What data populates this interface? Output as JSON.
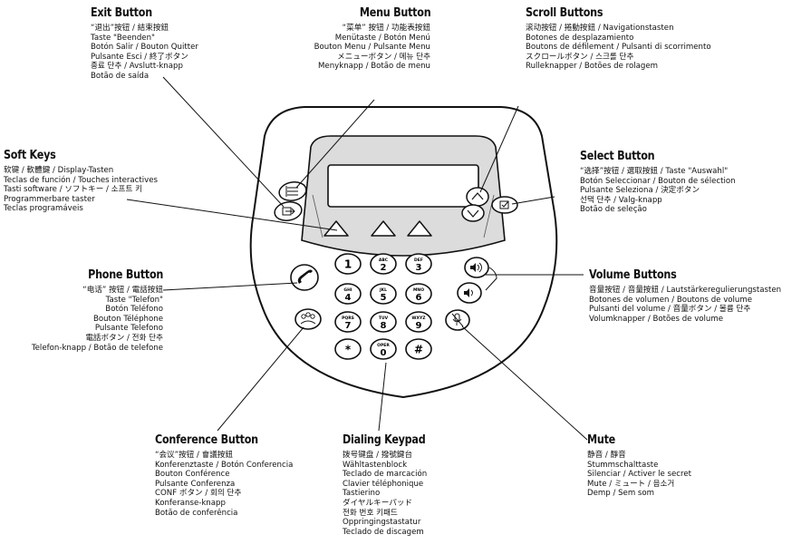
{
  "exit_button": {
    "title": "Exit Button",
    "lines": [
      "“退出”按钮 / 結束按鈕",
      "Taste \"Beenden\"",
      "Botón Salir / Bouton Quitter",
      "Pulsante Esci / 終了ボタン",
      "종료 단추 / Avslutt-knapp",
      "Botão de saída"
    ]
  },
  "menu_button": {
    "title": "Menu Button",
    "lines": [
      "“菜单” 按钮 / 功能表按鈕",
      "Menütaste / Botón Menú",
      "Bouton Menu / Pulsante Menu",
      "メニューボタン / 메뉴 단추",
      "Menyknapp / Botão de menu"
    ]
  },
  "scroll_buttons": {
    "title": "Scroll Buttons",
    "lines": [
      "滚动按钮 / 捲動按鈕 / Navigationstasten",
      "Botones de desplazamiento",
      "Boutons de défilement / Pulsanti di scorrimento",
      "スクロールボタン / 스크롤 단추",
      "Rulleknapper / Botões de rolagem"
    ]
  },
  "soft_keys": {
    "title": "Soft Keys",
    "lines": [
      "软键 / 軟體鍵 / Display-Tasten",
      "Teclas de función / Touches interactives",
      "Tasti software / ソフトキー / 소프트 키",
      "Programmerbare taster",
      "Teclas programáveis"
    ]
  },
  "select_button": {
    "title": "Select Button",
    "lines": [
      "“选择”按钮 / 選取按鈕 / Taste \"Auswahl\"",
      "Botón Seleccionar / Bouton de sélection",
      "Pulsante Seleziona / 決定ボタン",
      "선택 단추 / Valg-knapp",
      "Botão de seleção"
    ]
  },
  "phone_button": {
    "title": "Phone Button",
    "lines": [
      "“电话” 按钮 / 電話按鈕",
      "Taste \"Telefon\"",
      "Botón Teléfono",
      "Bouton Téléphone",
      "Pulsante Telefono",
      "電話ボタン / 전화 단추",
      "Telefon-knapp / Botão de telefone"
    ]
  },
  "volume_buttons": {
    "title": "Volume Buttons",
    "lines": [
      "音量按钮 / 音量按鈕 / Lautstärkeregulierungstasten",
      "Botones de volumen / Boutons de volume",
      "Pulsanti del volume / 音量ボタン / 볼륨 단추",
      "Volumknapper / Botões de volume"
    ]
  },
  "conference_button": {
    "title": "Conference Button",
    "lines": [
      "“会议”按钮 / 會議按鈕",
      "Konferenztaste / Botón Conferencia",
      "Bouton Conférence",
      "Pulsante Conferenza",
      "CONF ボタン / 회의 단추",
      "Konferanse-knapp",
      "Botão de conferência"
    ]
  },
  "dialing_keypad": {
    "title": "Dialing Keypad",
    "lines": [
      "拨号键盘 / 撥號鍵台",
      "Wähltastenblock",
      "Teclado de marcación",
      "Clavier téléphonique",
      "Tastierino",
      "ダイヤルキーパッド",
      "전화 번호 키패드",
      "Oppringingstastatur",
      "Teclado de discagem"
    ]
  },
  "mute": {
    "title": "Mute",
    "lines": [
      "静音 / 靜音",
      "Stummschalttaste",
      "Silenciar / Activer le secret",
      "Mute / ミュート / 음소거",
      "Demp / Sem som"
    ]
  },
  "keypad": {
    "keys": [
      {
        "digit": "1",
        "letters": ""
      },
      {
        "digit": "2",
        "letters": "ABC"
      },
      {
        "digit": "3",
        "letters": "DEF"
      },
      {
        "digit": "4",
        "letters": "GHI"
      },
      {
        "digit": "5",
        "letters": "JKL"
      },
      {
        "digit": "6",
        "letters": "MNO"
      },
      {
        "digit": "7",
        "letters": "PQRS"
      },
      {
        "digit": "8",
        "letters": "TUV"
      },
      {
        "digit": "9",
        "letters": "WXYZ"
      },
      {
        "digit": "*",
        "letters": ""
      },
      {
        "digit": "0",
        "letters": "OPER"
      },
      {
        "digit": "#",
        "letters": ""
      }
    ]
  },
  "icons": {
    "exit": "exit-icon",
    "menu": "menu-icon",
    "scroll_up": "chevron-up-icon",
    "scroll_down": "chevron-down-icon",
    "select": "select-icon",
    "phone": "phone-handset-icon",
    "conference": "conference-icon",
    "volume_up": "volume-up-icon",
    "volume_down": "volume-down-icon",
    "mute": "mute-icon"
  }
}
